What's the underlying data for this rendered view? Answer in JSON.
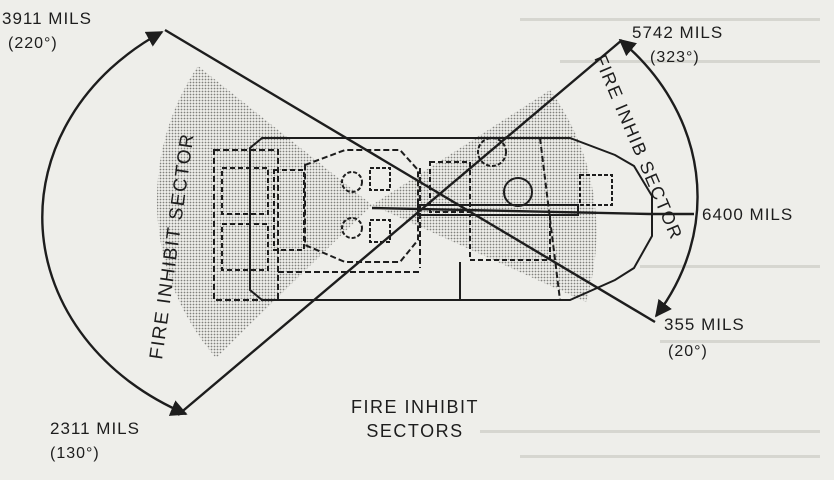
{
  "labels": {
    "mils_3911": "3911 MILS",
    "deg_220": "(220°)",
    "mils_5742": "5742 MILS",
    "deg_323": "(323°)",
    "mils_6400": "6400 MILS",
    "mils_355": "355 MILS",
    "deg_20": "(20°)",
    "mils_2311": "2311 MILS",
    "deg_130": "(130°)"
  },
  "sectors": {
    "left": "FIRE INHIBIT SECTOR",
    "right": "FIRE INHIB SECTOR"
  },
  "caption": {
    "line1": "FIRE INHIBIT",
    "line2": "SECTORS"
  },
  "colors": {
    "ink": "#1d1d1d",
    "paper": "#eeeeea",
    "shade": "#8c8c88"
  }
}
